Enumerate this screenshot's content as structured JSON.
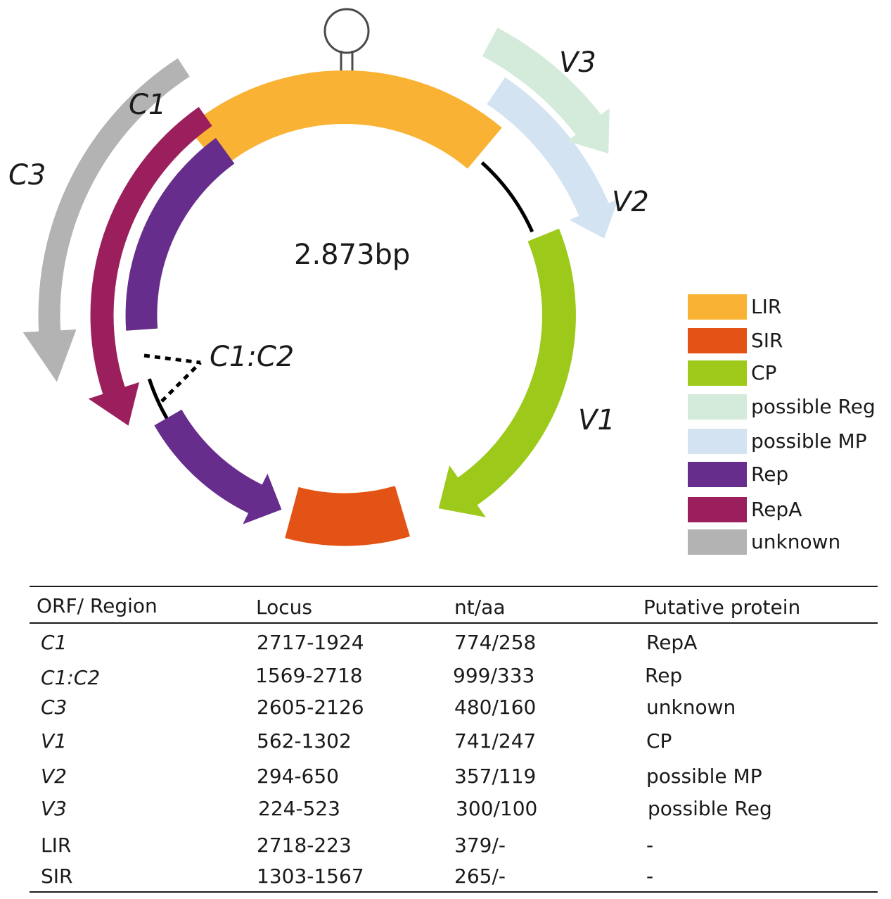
{
  "genome_size": "2.873bp",
  "orf_labels": {
    "c1": "C1",
    "c3": "C3",
    "v1": "V1",
    "v2": "V2",
    "v3": "V3",
    "c1c2": "C1:C2"
  },
  "colors": {
    "LIR": "#f9b233",
    "SIR": "#e35315",
    "CP": "#9dca1a",
    "possible_Reg": "#d4ebdb",
    "possible_MP": "#d4e3f2",
    "Rep": "#662d8c",
    "RepA": "#9b1f5c",
    "unknown": "#b3b3b3",
    "genome_line": "#000000"
  },
  "legend": [
    {
      "label": "LIR",
      "color": "#f9b233"
    },
    {
      "label": "SIR",
      "color": "#e35315"
    },
    {
      "label": "CP",
      "color": "#9dca1a"
    },
    {
      "label": "possible Reg",
      "color": "#d4ebdb"
    },
    {
      "label": "possible MP",
      "color": "#d4e3f2"
    },
    {
      "label": "Rep",
      "color": "#662d8c"
    },
    {
      "label": "RepA",
      "color": "#9b1f5c"
    },
    {
      "label": "unknown",
      "color": "#b3b3b3"
    }
  ],
  "table": {
    "headers": [
      "ORF/ Region",
      "Locus",
      "nt/aa",
      "Putative protein"
    ],
    "rows": [
      [
        "C1",
        "2717-1924",
        "774/258",
        "RepA"
      ],
      [
        "C1:C2",
        "1569-2718",
        "999/333",
        "Rep"
      ],
      [
        "C3",
        "2605-2126",
        "480/160",
        "unknown"
      ],
      [
        "V1",
        "562-1302",
        "741/247",
        "CP"
      ],
      [
        "V2",
        "294-650",
        "357/119",
        "possible MP"
      ],
      [
        "V3",
        "224-523",
        "300/100",
        "possible Reg"
      ],
      [
        "LIR",
        "2718-223",
        "379/-",
        "-"
      ],
      [
        "SIR",
        "1303-1567",
        "265/-",
        "-"
      ]
    ]
  }
}
